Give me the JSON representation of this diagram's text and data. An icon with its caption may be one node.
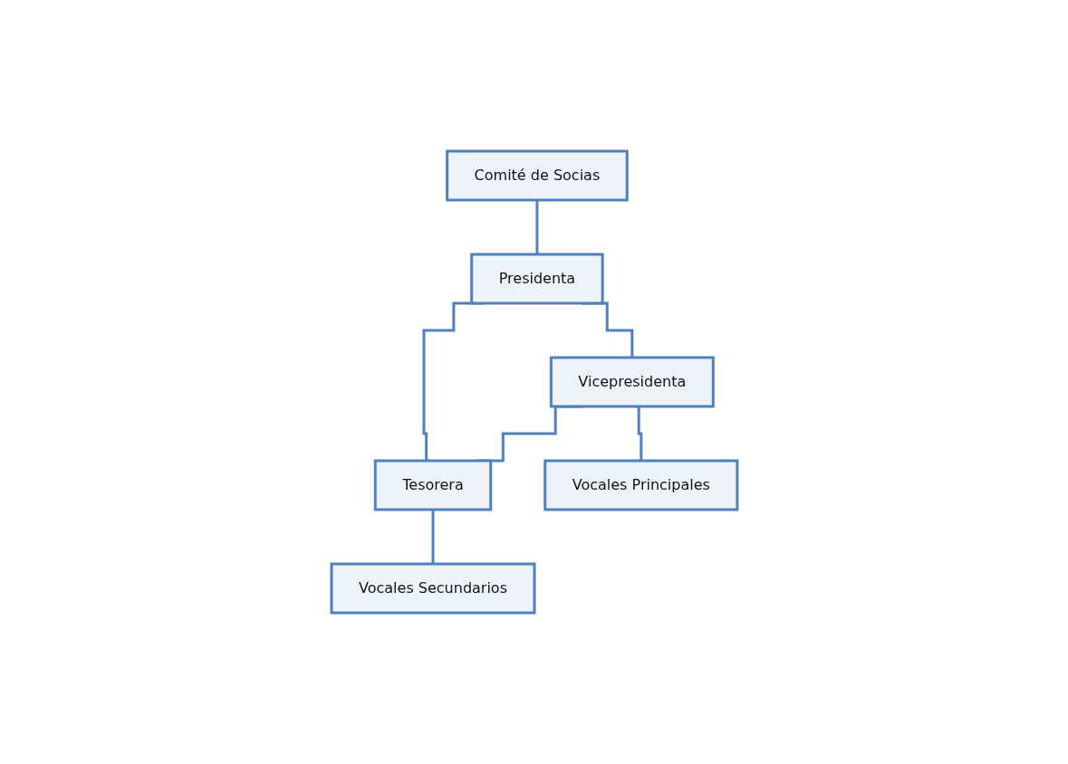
{
  "diagram": {
    "nodes": [
      {
        "text": [
          "Comité de Socias"
        ]
      },
      {
        "text": [
          "Presidenta"
        ]
      },
      {
        "text": [
          "Vicepresidenta"
        ]
      },
      {
        "text": [
          "Tesorera"
        ]
      },
      {
        "text": [
          "Vocales Principales"
        ]
      },
      {
        "text": [
          "Vocales Secundarios"
        ]
      }
    ],
    "edges": [
      {
        "from": 0,
        "to": 1,
        "arrow": "none"
      },
      {
        "from": 1,
        "to": 2,
        "arrow": "none"
      },
      {
        "from": 1,
        "to": 3,
        "arrow": "none"
      },
      {
        "from": 2,
        "to": 3,
        "arrow": "none"
      },
      {
        "from": 2,
        "to": 4,
        "arrow": "none"
      },
      {
        "from": 3,
        "to": 5,
        "arrow": "none"
      }
    ]
  }
}
